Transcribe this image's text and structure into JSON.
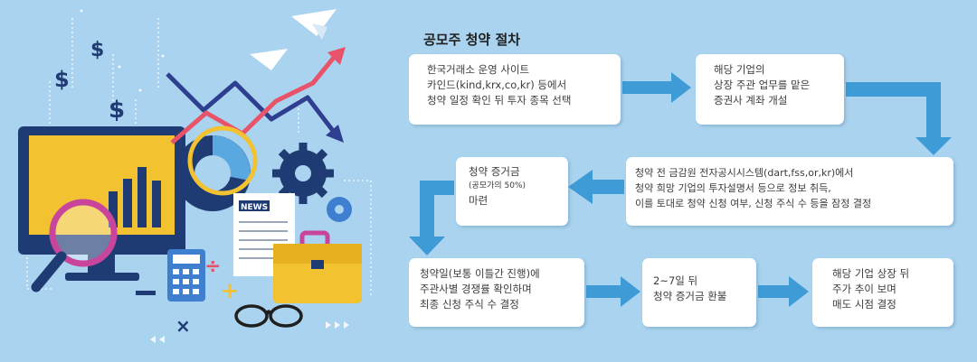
{
  "title": "공모주 청약 절차",
  "illustration": {
    "newspaper_label": "NEWS"
  },
  "steps": [
    {
      "lines": [
        "한국거래소 운영 사이트",
        "카인드(kind,krx,co,kr) 등에서",
        "청약 일정 확인 뒤 투자 종목 선택"
      ]
    },
    {
      "lines": [
        "해당 기업의",
        "상장 주관 업무를 맡은",
        "증권사 계좌 개설"
      ]
    },
    {
      "lines": [
        "청약 전 금감원 전자공시시스템(dart,fss,or,kr)에서",
        "청약 희망 기업의 투자설명서 등으로 정보 취득,",
        "이를 토대로 청약 신청 여부, 신청 주식 수 등을 잠정 결정"
      ]
    },
    {
      "lines": [
        "청약 증거금"
      ],
      "note": "(공모가의 50%)",
      "last": "마련"
    },
    {
      "lines": [
        "청약일(보통 이틀간 진행)에",
        "주관사별 경쟁률 확인하며",
        "최종 신청 주식 수 결정"
      ]
    },
    {
      "lines": [
        "2~7일 뒤",
        "청약 증거금 환불"
      ]
    },
    {
      "lines": [
        "해당 기업 상장 뒤",
        "주가 추이 보며",
        "매도 시점 결정"
      ]
    }
  ],
  "colors": {
    "background": "#a9d3ee",
    "arrow": "#3f9bd6",
    "box": "#ffffff",
    "chart_red": "#e8536a",
    "chart_navy": "#2f3f8f",
    "monitor": "#f2c230",
    "icon_navy": "#1f3b73"
  }
}
